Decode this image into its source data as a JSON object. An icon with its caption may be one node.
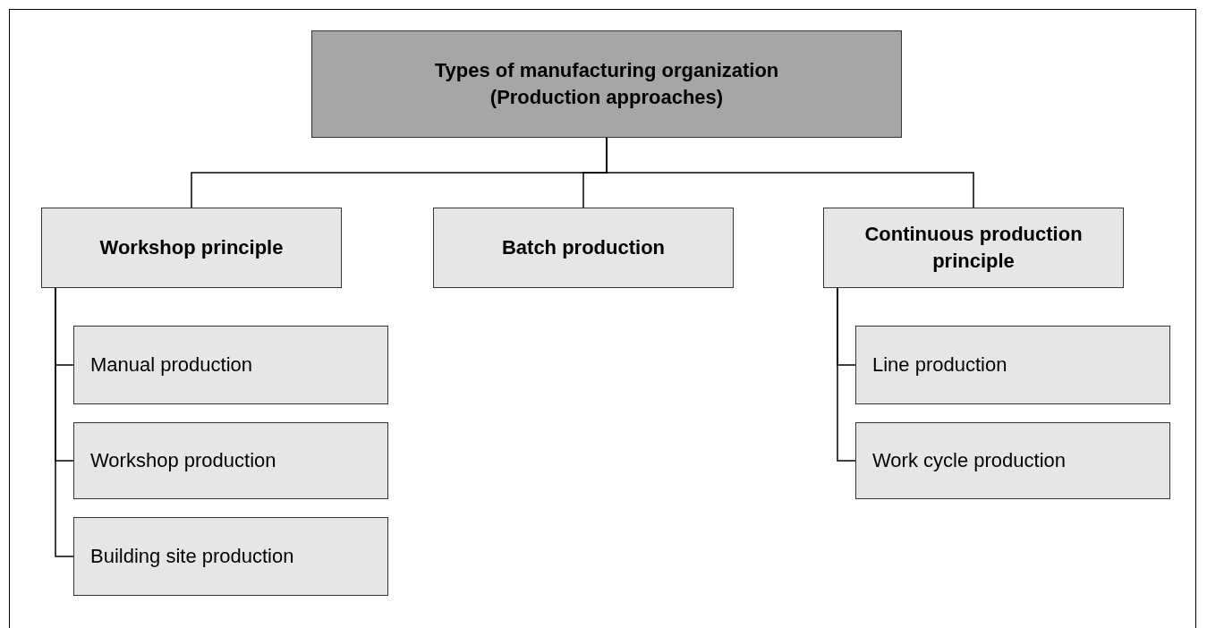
{
  "diagram": {
    "nodes": [
      {
        "text": [
          "Types of manufacturing organization",
          "(Production approaches)"
        ]
      },
      {
        "text": [
          "Workshop principle"
        ]
      },
      {
        "text": [
          "Batch production"
        ]
      },
      {
        "text": [
          "Continuous production principle"
        ]
      },
      {
        "text": [
          "Manual production"
        ]
      },
      {
        "text": [
          "Workshop production"
        ]
      },
      {
        "text": [
          "Building site production"
        ]
      },
      {
        "text": [
          "Line production"
        ]
      },
      {
        "text": [
          "Work cycle production"
        ]
      }
    ],
    "edges": [
      {
        "from": 0,
        "to": 1,
        "arrow": "none"
      },
      {
        "from": 0,
        "to": 2,
        "arrow": "none"
      },
      {
        "from": 0,
        "to": 3,
        "arrow": "none"
      },
      {
        "from": 1,
        "to": 4,
        "arrow": "none"
      },
      {
        "from": 1,
        "to": 5,
        "arrow": "none"
      },
      {
        "from": 1,
        "to": 6,
        "arrow": "none"
      },
      {
        "from": 3,
        "to": 7,
        "arrow": "none"
      },
      {
        "from": 3,
        "to": 8,
        "arrow": "none"
      }
    ]
  }
}
